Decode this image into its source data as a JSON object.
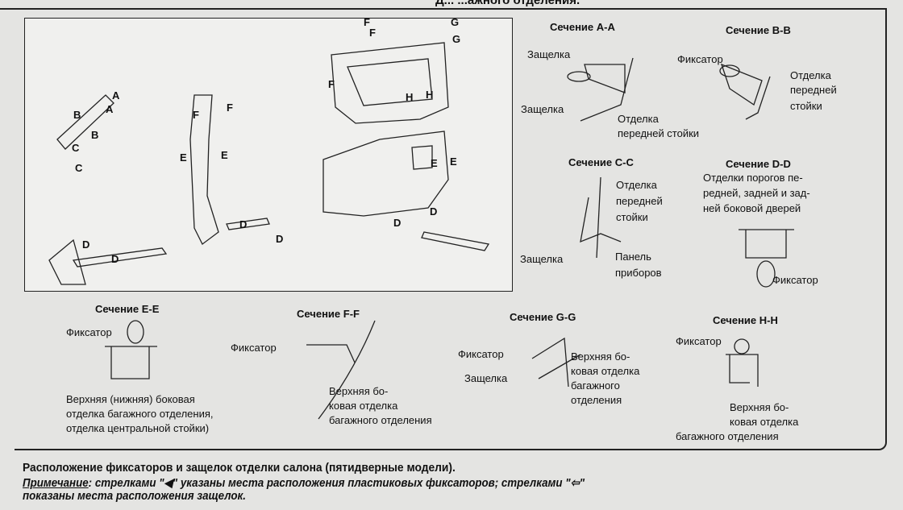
{
  "header": {
    "title_fragment": "Д... ...ажного отделения."
  },
  "main_diagram": {
    "letters": [
      "A",
      "A",
      "B",
      "B",
      "C",
      "C",
      "F",
      "F",
      "E",
      "E",
      "F",
      "F",
      "F",
      "G",
      "G",
      "H",
      "H",
      "E",
      "E",
      "D",
      "D",
      "D",
      "D",
      "D",
      "D"
    ]
  },
  "sections": {
    "aa": {
      "title": "Сечение A-A",
      "labels": [
        "Защелка",
        "Защелка",
        "Отделка",
        "передней стойки"
      ]
    },
    "bb": {
      "title": "Сечение B-B",
      "labels": [
        "Фиксатор",
        "Отделка",
        "передней",
        "стойки"
      ]
    },
    "cc": {
      "title": "Сечение C-C",
      "labels": [
        "Отделка",
        "передней",
        "стойки",
        "Защелка",
        "Панель",
        "приборов"
      ]
    },
    "dd": {
      "title": "Сечение D-D",
      "labels": [
        "Отделки порогов пе-",
        "редней, задней и зад-",
        "ней боковой дверей",
        "Фиксатор"
      ]
    },
    "ee": {
      "title": "Сечение E-E",
      "labels": [
        "Фиксатор",
        "Верхняя (нижняя) боковая",
        "отделка багажного отделения,",
        "отделка центральной стойки)"
      ]
    },
    "ff": {
      "title": "Сечение F-F",
      "labels": [
        "Фиксатор",
        "Верхняя бо-",
        "ковая отделка",
        "багажного отделения"
      ]
    },
    "gg": {
      "title": "Сечение G-G",
      "labels": [
        "Фиксатор",
        "Защелка",
        "Верхняя бо-",
        "ковая отделка",
        "багажного",
        "отделения"
      ]
    },
    "hh": {
      "title": "Сечение H-H",
      "labels": [
        "Фиксатор",
        "Верхняя бо-",
        "ковая отделка",
        "багажного отделения"
      ]
    }
  },
  "caption": {
    "title": "Расположение фиксаторов и защелок отделки салона (пятидверные модели).",
    "note_label": "Примечание",
    "note_part1": ": стрелками \"",
    "filled_arrow": "◀",
    "note_part2": "\" указаны места расположения пластиковых фиксаторов; стрелками \"",
    "hollow_arrow": "⇦",
    "note_part3": "\"",
    "note_line2": "показаны места расположения защелок."
  }
}
